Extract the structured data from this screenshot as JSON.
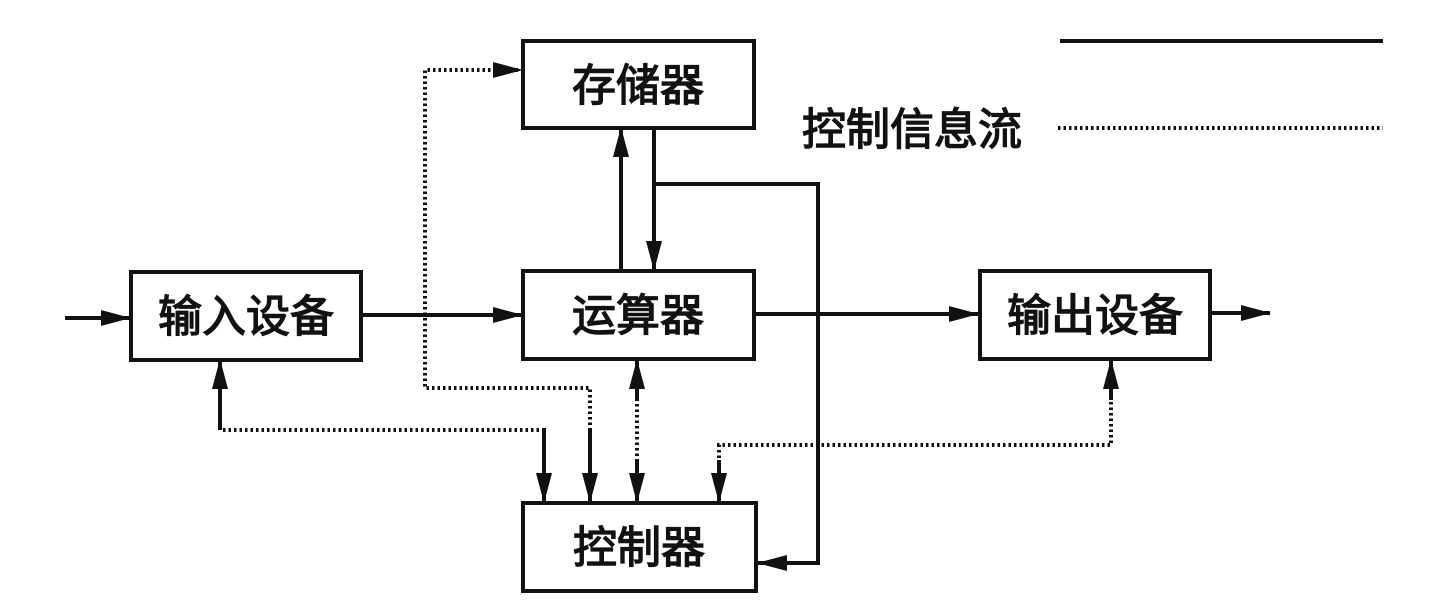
{
  "diagram": {
    "type": "computer-architecture-block-diagram",
    "nodes": {
      "memory": "存储器",
      "alu": "运算器",
      "input": "输入设备",
      "output": "输出设备",
      "controller": "控制器"
    },
    "legend": {
      "data_flow_label": "",
      "control_flow_label": "控制信息流"
    },
    "edges": [
      {
        "from": "external",
        "to": "input",
        "style": "solid"
      },
      {
        "from": "input",
        "to": "alu",
        "style": "solid"
      },
      {
        "from": "alu",
        "to": "output",
        "style": "solid"
      },
      {
        "from": "output",
        "to": "external",
        "style": "solid"
      },
      {
        "from": "alu",
        "to": "memory",
        "style": "solid"
      },
      {
        "from": "memory",
        "to": "alu",
        "style": "solid"
      },
      {
        "from": "memory",
        "to": "controller",
        "style": "solid"
      },
      {
        "from": "controller",
        "to": "memory",
        "style": "dotted"
      },
      {
        "from": "controller",
        "to": "input",
        "style": "dotted"
      },
      {
        "from": "controller",
        "to": "alu",
        "style": "dotted",
        "bidirectional": true
      },
      {
        "from": "controller",
        "to": "output",
        "style": "dotted"
      }
    ],
    "colors": {
      "ink": "#111111",
      "background": "#ffffff"
    }
  }
}
